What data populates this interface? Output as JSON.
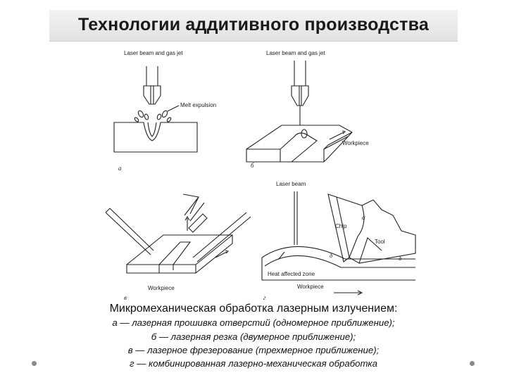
{
  "slide": {
    "title": "Технологии аддитивного производства"
  },
  "figure": {
    "labels": {
      "a_beam": "Laser beam and gas jet",
      "melt": "Melt expulsion",
      "a_letter": "а",
      "b_beam": "Laser beam and gas jet",
      "b_workpiece": "Workpiece",
      "b_letter": "б",
      "v_workpiece": "Workpiece",
      "v_letter": "в",
      "g_beam": "Laser beam",
      "chip": "Chip",
      "tool": "Tool",
      "alpha": "α",
      "delta1": "δ",
      "delta2": "δ",
      "haz": "Heat affected zone",
      "g_workpiece": "Workpiece",
      "g_letter": "г"
    }
  },
  "caption": {
    "main": "Микромеханическая обработка лазерным излучением:",
    "lines": [
      "а — лазерная прошивка отверстий (одномерное приближение);",
      "б — лазерная резка (двумерное приближение);",
      "в — лазерное фрезерование (трехмерное приближение);",
      "г — комбинированная лазерно-механическая обработка"
    ]
  }
}
